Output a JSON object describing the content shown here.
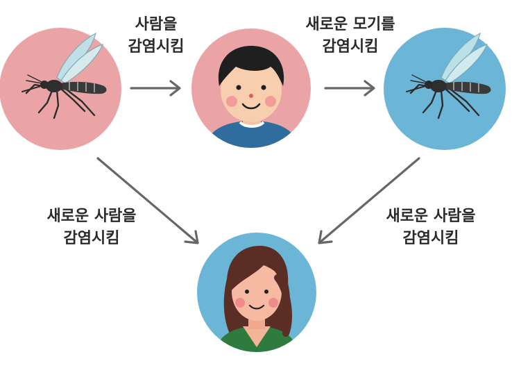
{
  "labels": {
    "top_left": {
      "line1": "사람을",
      "line2": "감염시킴"
    },
    "top_right": {
      "line1": "새로운 모기를",
      "line2": "감염시킴"
    },
    "bottom_left": {
      "line1": "새로운 사람을",
      "line2": "감염시킴"
    },
    "bottom_right": {
      "line1": "새로운 사람을",
      "line2": "감염시킴"
    }
  },
  "nodes": {
    "mosquito_1": {
      "icon": "mosquito-icon",
      "bg": "#eaa4a6"
    },
    "boy": {
      "icon": "boy-icon",
      "bg": "#eaa4a6"
    },
    "mosquito_2": {
      "icon": "mosquito-icon",
      "bg": "#6bb6d6"
    },
    "woman": {
      "icon": "woman-icon",
      "bg": "#6bb6d6"
    }
  },
  "colors": {
    "arrow": "#666666",
    "text": "#2a2a2a"
  }
}
